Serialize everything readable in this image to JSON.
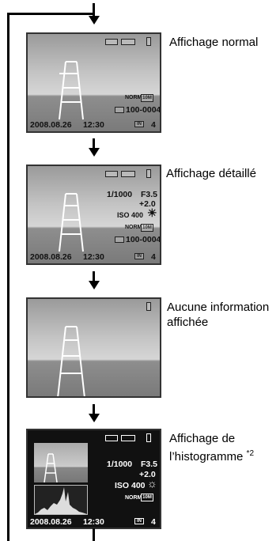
{
  "labels": {
    "normal": "Affichage normal",
    "detailed": "Affichage détaillé",
    "none_line1": "Aucune information",
    "none_line2": "affichée",
    "histo_line1": "Affichage de",
    "histo_line2": "l’histogramme",
    "histo_note": "*2"
  },
  "osd": {
    "date": "2008.08.26",
    "time": "12:30",
    "frame": "100-0004",
    "remaining": "4",
    "quality": "NORM",
    "size": "10M",
    "shutter": "1/1000",
    "aperture": "F3.5",
    "ev": "+2.0",
    "iso": "ISO 400",
    "memory": "IN"
  }
}
